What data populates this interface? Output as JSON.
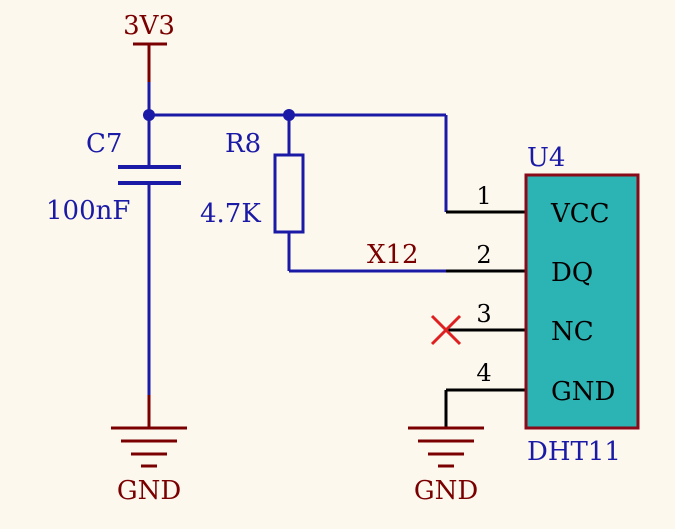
{
  "power": {
    "label": "3V3"
  },
  "capacitor": {
    "ref": "C7",
    "value": "100nF"
  },
  "resistor": {
    "ref": "R8",
    "value": "4.7K"
  },
  "net": {
    "label": "X12"
  },
  "ic": {
    "ref": "U4",
    "part": "DHT11",
    "pins": [
      {
        "number": "1",
        "name": "VCC"
      },
      {
        "number": "2",
        "name": "DQ"
      },
      {
        "number": "3",
        "name": "NC"
      },
      {
        "number": "4",
        "name": "GND"
      }
    ]
  },
  "ground_left": {
    "label": "GND"
  },
  "ground_right": {
    "label": "GND"
  },
  "colors": {
    "wire": "#1a1aa6",
    "power_symbol": "#7a0000",
    "label_dark_red": "#7a0000",
    "label_blue": "#1a1aa6",
    "ic_fill": "#2cb3b3",
    "ic_border": "#8b0a1a",
    "pin_line": "#000000",
    "no_connect": "#e02020",
    "background": "#fdf8ee"
  }
}
